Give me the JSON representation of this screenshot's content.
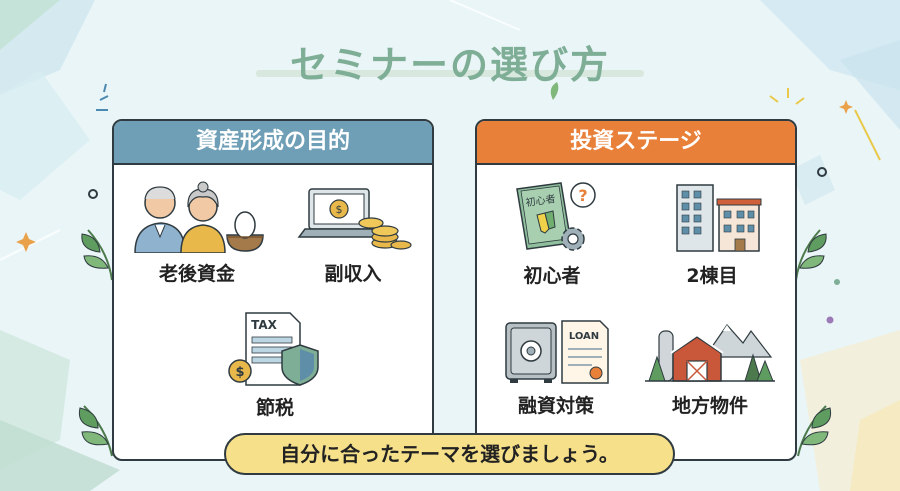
{
  "title": "セミナーの選び方",
  "left_card": {
    "header": "資産形成の目的",
    "items": [
      {
        "label": "老後資金",
        "icon": "elderly-couple-nest-egg-icon"
      },
      {
        "label": "副収入",
        "icon": "laptop-coins-icon"
      },
      {
        "label": "節税",
        "icon": "tax-form-shield-icon",
        "icon_text": "TAX"
      }
    ]
  },
  "right_card": {
    "header": "投資ステージ",
    "items": [
      {
        "label": "初心者",
        "icon": "beginner-book-icon",
        "icon_text": "初心者"
      },
      {
        "label": "2棟目",
        "icon": "buildings-icon"
      },
      {
        "label": "融資対策",
        "icon": "safe-loan-document-icon",
        "icon_text": "LOAN"
      },
      {
        "label": "地方物件",
        "icon": "barn-mountains-icon"
      }
    ]
  },
  "footer": "自分に合ったテーマを選びましょう。",
  "colors": {
    "title": "#7fae96",
    "left_header": "#6f9fb6",
    "right_header": "#e9803a",
    "footer_bg": "#f6e08a",
    "background": "#eaf5f8"
  }
}
